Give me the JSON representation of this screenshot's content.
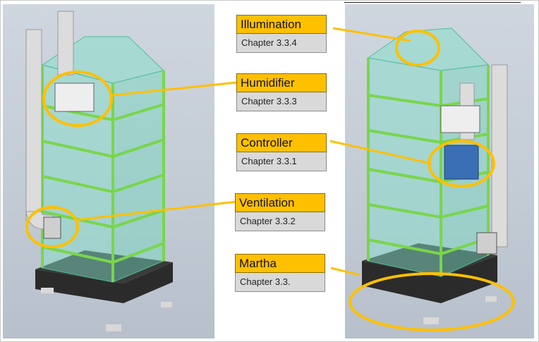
{
  "labels": [
    {
      "title": "Illumination",
      "chapter": "Chapter 3.3.4"
    },
    {
      "title": "Humidifier",
      "chapter": "Chapter 3.3.3"
    },
    {
      "title": "Controller",
      "chapter": "Chapter 3.3.1"
    },
    {
      "title": "Ventilation",
      "chapter": "Chapter 3.3.2"
    },
    {
      "title": "Martha",
      "chapter": "Chapter 3.3."
    }
  ],
  "colors": {
    "callout": "#ffc000",
    "chapter_box": "#d9d9d9",
    "glass": "#7fe0c8",
    "frame": "#78d64b",
    "base": "#2b2b2b",
    "duct": "#dcdcdc"
  }
}
